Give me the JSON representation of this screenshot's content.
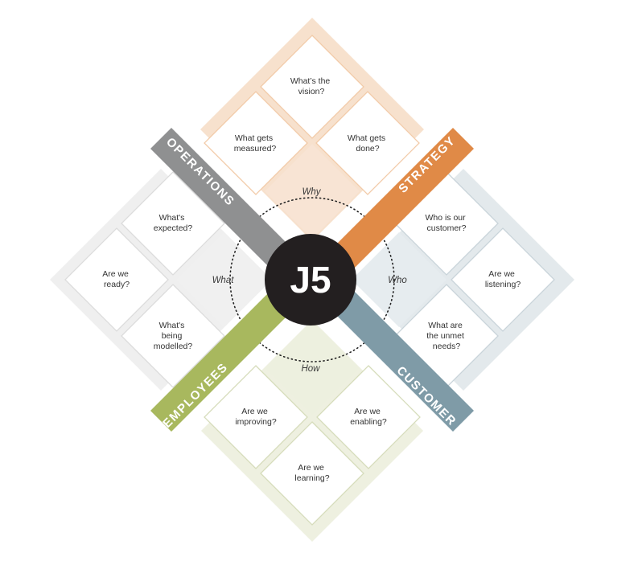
{
  "hub": {
    "label": "J5",
    "color": "#231f20"
  },
  "colors": {
    "top": {
      "outer": "#f7e1cd",
      "center": "#f8e4d4",
      "stroke": "#f2cba9"
    },
    "right": {
      "outer": "#e3e9ec",
      "center": "#e6ecef",
      "stroke": "#c9d4da"
    },
    "bottom": {
      "outer": "#eef0e0",
      "center": "#edf0df",
      "stroke": "#d6dcbb"
    },
    "left": {
      "outer": "#efefef",
      "center": "#f0f0f0",
      "stroke": "#dcdcdc"
    }
  },
  "bands": {
    "operations": {
      "label": "OPERATIONS",
      "color": "#8f9091"
    },
    "strategy": {
      "label": "STRATEGY",
      "color": "#e08a47"
    },
    "employees": {
      "label": "EMPLOYEES",
      "color": "#a8b85e"
    },
    "customer": {
      "label": "CUSTOMER",
      "color": "#7f9ba7"
    }
  },
  "quadrants": {
    "top": {
      "center_label": "Why",
      "questions": [
        [
          "What’s the",
          "vision?"
        ],
        [
          "What gets",
          "measured?"
        ],
        [
          "What gets",
          "done?"
        ]
      ]
    },
    "right": {
      "center_label": "Who",
      "questions": [
        [
          "Are we",
          "listening?"
        ],
        [
          "Who is our",
          "customer?"
        ],
        [
          "What are",
          "the unmet",
          "needs?"
        ]
      ]
    },
    "bottom": {
      "center_label": "How",
      "questions": [
        [
          "Are we",
          "learning?"
        ],
        [
          "Are we",
          "improving?"
        ],
        [
          "Are we",
          "enabling?"
        ]
      ]
    },
    "left": {
      "center_label": "What",
      "questions": [
        [
          "Are we",
          "ready?"
        ],
        [
          "What's",
          "expected?"
        ],
        [
          "What's",
          "being",
          "modelled?"
        ]
      ]
    }
  }
}
